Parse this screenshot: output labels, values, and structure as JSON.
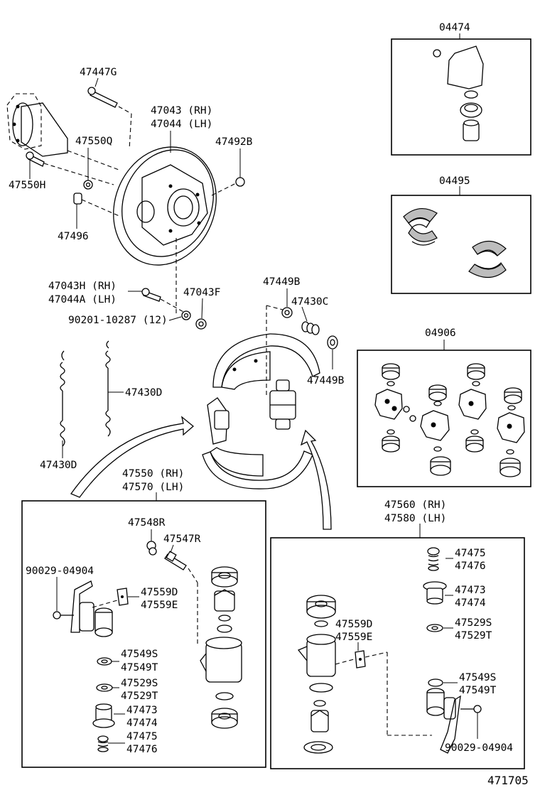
{
  "labels": {
    "p47447g": "47447G",
    "p47043rh": "47043 (RH)",
    "p47044lh": "47044 (LH)",
    "p47550q": "47550Q",
    "p47492b": "47492B",
    "p47550h": "47550H",
    "p47496": "47496",
    "p47043h": "47043H (RH)",
    "p47044a": "47044A (LH)",
    "p47043f": "47043F",
    "p90201": "90201-10287 (12)",
    "p47449b_top": "47449B",
    "p47430c": "47430C",
    "p47449b_bot": "47449B",
    "p47430d_a": "47430D",
    "p47430d_b": "47430D",
    "p04474": "04474",
    "p04495": "04495",
    "p04906": "04906",
    "p47550rh": "47550 (RH)",
    "p47570lh": "47570 (LH)",
    "p47560rh": "47560 (RH)",
    "p47580lh": "47580 (LH)",
    "p47548r": "47548R",
    "p47547r": "47547R",
    "p90029_l": "90029-04904",
    "p47559d_l": "47559D",
    "p47559e_l": "47559E",
    "p47549s_l": "47549S",
    "p47549t_l": "47549T",
    "p47529s_l": "47529S",
    "p47529t_l": "47529T",
    "p47473_l": "47473",
    "p47474_l": "47474",
    "p47475_l": "47475",
    "p47476_l": "47476",
    "p47475_r": "47475",
    "p47476_r": "47476",
    "p47473_r": "47473",
    "p47474_r": "47474",
    "p47559d_r": "47559D",
    "p47559e_r": "47559E",
    "p47529s_r": "47529S",
    "p47529t_r": "47529T",
    "p47549s_r": "47549S",
    "p47549t_r": "47549T",
    "p90029_r": "90029-04904",
    "diagram_id": "471705"
  }
}
